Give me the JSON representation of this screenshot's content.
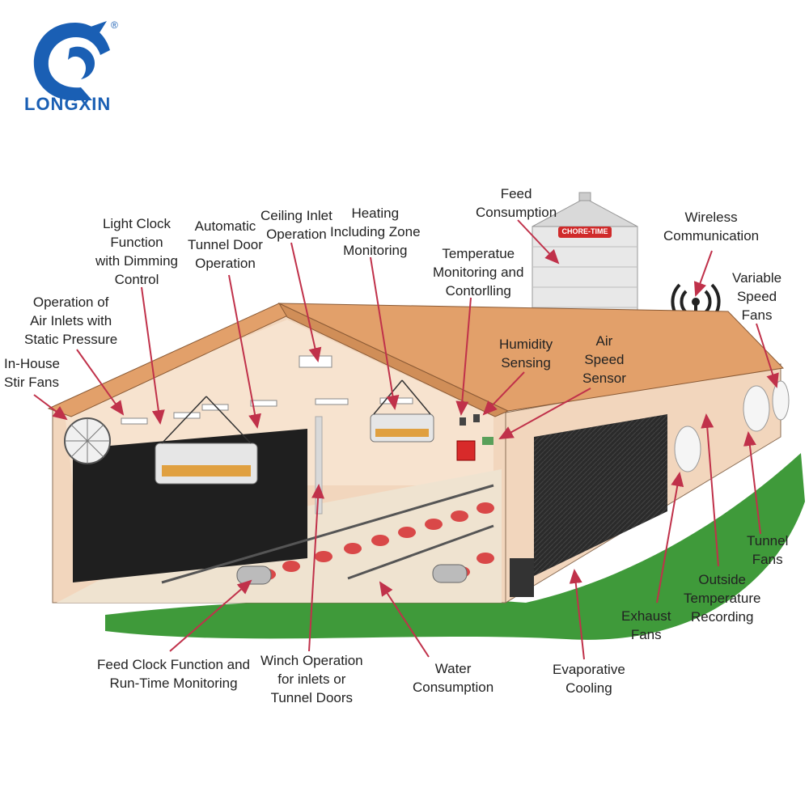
{
  "brand": {
    "name": "LONGXIN",
    "registered": "®",
    "silo_brand": "CHORE-TIME",
    "color": "#1a5fb4"
  },
  "colors": {
    "arrow": "#c0314a",
    "roof": "#e2a06a",
    "wall": "#f2d6bd",
    "grass": "#3f9a3a",
    "pad": "#2b2b2b"
  },
  "labels": {
    "in_house_stir_fans": [
      "In-House",
      "Stir Fans"
    ],
    "operation_air_inlets": [
      "Operation of",
      "Air Inlets with",
      "Static Pressure"
    ],
    "light_clock": [
      "Light Clock",
      "Function",
      "with Dimming",
      "Control"
    ],
    "automatic_tunnel_door": [
      "Automatic",
      "Tunnel Door",
      "Operation"
    ],
    "ceiling_inlet": [
      "Ceiling Inlet",
      "Operation"
    ],
    "heating_zone": [
      "Heating",
      "Including Zone",
      "Monitoring"
    ],
    "feed_consumption": [
      "Feed",
      "Consumption"
    ],
    "temperature_monitoring": [
      "Temperatue",
      "Monitoring and",
      "Contorlling"
    ],
    "humidity_sensing": [
      "Humidity",
      "Sensing"
    ],
    "air_speed_sensor": [
      "Air",
      "Speed",
      "Sensor"
    ],
    "wireless_communication": [
      "Wireless",
      "Communication"
    ],
    "variable_speed_fans": [
      "Variable",
      "Speed",
      "Fans"
    ],
    "tunnel_fans": [
      "Tunnel",
      "Fans"
    ],
    "outside_temperature": [
      "Outside",
      "Temperature",
      "Recording"
    ],
    "exhaust_fans": [
      "Exhaust",
      "Fans"
    ],
    "evaporative_cooling": [
      "Evaporative",
      "Cooling"
    ],
    "water_consumption": [
      "Water",
      "Consumption"
    ],
    "winch_operation": [
      "Winch Operation",
      "for inlets or",
      "Tunnel Doors"
    ],
    "feed_clock": [
      "Feed Clock Function and",
      "Run-Time Monitoring"
    ]
  }
}
